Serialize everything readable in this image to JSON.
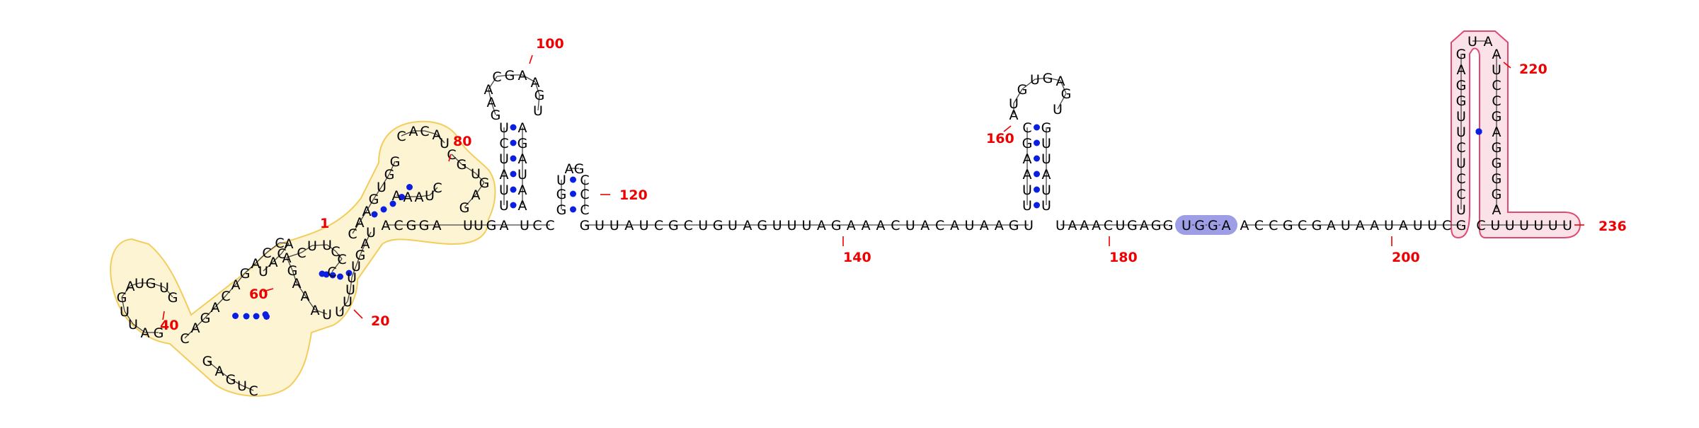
{
  "colors": {
    "nucleotide": "#000000",
    "base_pair_dot": "#0a1fe0",
    "position_label": "#ee0000",
    "highlight_yellow_fill": "#fdf3d0",
    "highlight_yellow_stroke": "#f2c84b",
    "highlight_pink_fill": "#fbe1e7",
    "highlight_pink_stroke": "#e0406a",
    "highlight_blue_fill": "#9d9ee6"
  },
  "position_labels": [
    "1",
    "20",
    "40",
    "60",
    "80",
    "100",
    "120",
    "140",
    "160",
    "180",
    "200",
    "220",
    "236"
  ],
  "strands": {
    "stem_left_up": [
      "C",
      "A",
      "A",
      "G",
      "U",
      "G",
      "G"
    ],
    "ring_top": [
      "C",
      "A",
      "C",
      "A",
      "U"
    ],
    "upper_right_down": [
      "C",
      "G",
      "U",
      "G",
      "A",
      "G"
    ],
    "mid_inner": [
      "A",
      "A",
      "A",
      "U",
      "C"
    ],
    "baseline_left": [
      "A",
      "C",
      "G",
      "G",
      "A",
      "U",
      "U",
      "G",
      "A",
      "U",
      "C",
      "C"
    ],
    "lower_right_down": [
      "U",
      "A",
      "G",
      "U",
      "U",
      "U",
      "U",
      "U"
    ],
    "lower_inner_ring": [
      "U",
      "A",
      "A",
      "A",
      "G",
      "A",
      "C",
      "U",
      "U",
      "C",
      "C",
      "C"
    ],
    "far_left_stem_top": [
      "U",
      "A",
      "C",
      "A",
      "C",
      "C",
      "A",
      "G",
      "A",
      "C",
      "A",
      "G",
      "A",
      "C"
    ],
    "far_left_stem_bottom": [
      "G",
      "A",
      "G",
      "U",
      "C"
    ],
    "far_left_loop": [
      "G",
      "U",
      "G",
      "U",
      "A",
      "G",
      "U",
      "U",
      "A",
      "G"
    ],
    "hairpin100_stem_left": [
      "U",
      "C",
      "U",
      "A",
      "U",
      "U"
    ],
    "hairpin100_stem_right": [
      "A",
      "G",
      "A",
      "U",
      "A",
      "A"
    ],
    "hairpin100_loop": [
      "G",
      "A",
      "A",
      "C",
      "G",
      "A",
      "A",
      "G",
      "U"
    ],
    "hairpin120_left": [
      "G",
      "G",
      "U"
    ],
    "hairpin120_right": [
      "C",
      "C",
      "C"
    ],
    "hairpin120_loop": [
      "A",
      "G"
    ],
    "baseline_middle": [
      "G",
      "U",
      "U",
      "A",
      "U",
      "C",
      "G",
      "C",
      "U",
      "G",
      "U",
      "A",
      "G",
      "U",
      "U",
      "U",
      "A",
      "G",
      "A",
      "A",
      "A",
      "C",
      "U",
      "A",
      "C",
      "A",
      "U",
      "A",
      "A",
      "G",
      "U"
    ],
    "hairpin160_stem_left": [
      "C",
      "G",
      "A",
      "A",
      "U",
      "U"
    ],
    "hairpin160_stem_right": [
      "G",
      "U",
      "U",
      "A",
      "U",
      "U"
    ],
    "hairpin160_loop": [
      "A",
      "U",
      "G",
      "U",
      "G",
      "A",
      "G",
      "U"
    ],
    "baseline_right1": [
      "U",
      "A",
      "A",
      "A",
      "C",
      "U",
      "G",
      "A",
      "G",
      "G"
    ],
    "highlight_box": [
      "U",
      "G",
      "G",
      "A"
    ],
    "baseline_right2": [
      "A",
      "C",
      "C",
      "G",
      "C",
      "G",
      "A",
      "U",
      "A",
      "A",
      "U",
      "A",
      "U",
      "U",
      "C",
      "G"
    ],
    "hairpin220_stem_left": [
      "U",
      "C",
      "C",
      "U",
      "C",
      "U",
      "U",
      "G",
      "G",
      "A",
      "G"
    ],
    "hairpin220_loop": [
      "U",
      "A"
    ],
    "hairpin220_stem_right": [
      "A",
      "U",
      "C",
      "C",
      "G",
      "A",
      "G",
      "G",
      "G",
      "G",
      "A"
    ],
    "tail": [
      "C",
      "U",
      "U",
      "U",
      "U",
      "U",
      "U"
    ]
  }
}
